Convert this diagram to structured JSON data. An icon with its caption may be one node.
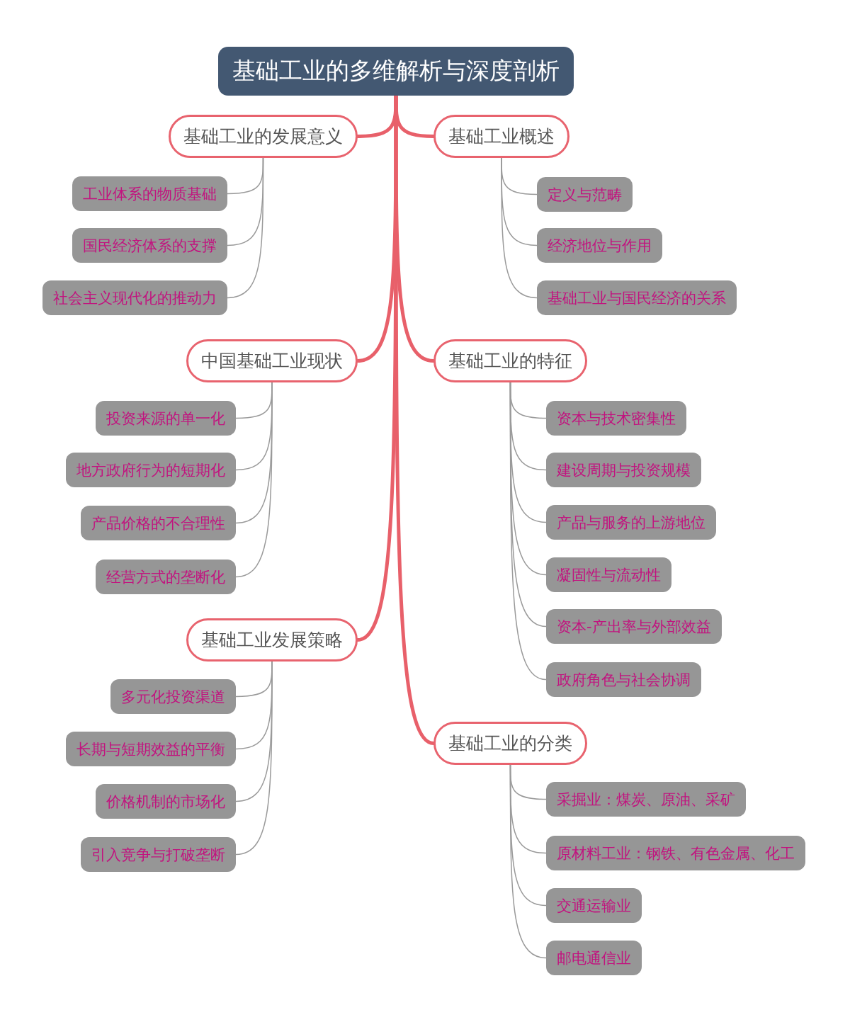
{
  "diagram": {
    "nodes": [
      {
        "text": [
          "基础工业的多维解析与深度剖析"
        ]
      },
      {
        "text": [
          "基础工业的发展意义"
        ]
      },
      {
        "text": [
          "工业体系的物质基础"
        ]
      },
      {
        "text": [
          "国民经济体系的支撑"
        ]
      },
      {
        "text": [
          "社会主义现代化的推动力"
        ]
      },
      {
        "text": [
          "基础工业概述"
        ]
      },
      {
        "text": [
          "定义与范畴"
        ]
      },
      {
        "text": [
          "经济地位与作用"
        ]
      },
      {
        "text": [
          "基础工业与国民经济的关系"
        ]
      },
      {
        "text": [
          "中国基础工业现状"
        ]
      },
      {
        "text": [
          "投资来源的单一化"
        ]
      },
      {
        "text": [
          "地方政府行为的短期化"
        ]
      },
      {
        "text": [
          "产品价格的不合理性"
        ]
      },
      {
        "text": [
          "经营方式的垄断化"
        ]
      },
      {
        "text": [
          "基础工业的特征"
        ]
      },
      {
        "text": [
          "资本与技术密集性"
        ]
      },
      {
        "text": [
          "建设周期与投资规模"
        ]
      },
      {
        "text": [
          "产品与服务的上游地位"
        ]
      },
      {
        "text": [
          "凝固性与流动性"
        ]
      },
      {
        "text": [
          "资本-产出率与外部效益"
        ]
      },
      {
        "text": [
          "政府角色与社会协调"
        ]
      },
      {
        "text": [
          "基础工业发展策略"
        ]
      },
      {
        "text": [
          "多元化投资渠道"
        ]
      },
      {
        "text": [
          "长期与短期效益的平衡"
        ]
      },
      {
        "text": [
          "价格机制的市场化"
        ]
      },
      {
        "text": [
          "引入竞争与打破垄断"
        ]
      },
      {
        "text": [
          "基础工业的分类"
        ]
      },
      {
        "text": [
          "采掘业：煤炭、原油、采矿"
        ]
      },
      {
        "text": [
          "原材料工业：钢铁、有色金属、化工"
        ]
      },
      {
        "text": [
          "交通运输业"
        ]
      },
      {
        "text": [
          "邮电通信业"
        ]
      }
    ],
    "edges": [
      {
        "from": 0,
        "to": 1,
        "arrow": "none",
        "style": "thick",
        "color": "#e8606a"
      },
      {
        "from": 0,
        "to": 5,
        "arrow": "none",
        "style": "thick",
        "color": "#e8606a"
      },
      {
        "from": 0,
        "to": 9,
        "arrow": "none",
        "style": "thick",
        "color": "#e8606a"
      },
      {
        "from": 0,
        "to": 14,
        "arrow": "none",
        "style": "thick",
        "color": "#e8606a"
      },
      {
        "from": 0,
        "to": 21,
        "arrow": "none",
        "style": "thick",
        "color": "#e8606a"
      },
      {
        "from": 0,
        "to": 26,
        "arrow": "none",
        "style": "thick",
        "color": "#e8606a"
      },
      {
        "from": 1,
        "to": 2,
        "arrow": "none"
      },
      {
        "from": 1,
        "to": 3,
        "arrow": "none"
      },
      {
        "from": 1,
        "to": 4,
        "arrow": "none"
      },
      {
        "from": 5,
        "to": 6,
        "arrow": "none"
      },
      {
        "from": 5,
        "to": 7,
        "arrow": "none"
      },
      {
        "from": 5,
        "to": 8,
        "arrow": "none"
      },
      {
        "from": 9,
        "to": 10,
        "arrow": "none"
      },
      {
        "from": 9,
        "to": 11,
        "arrow": "none"
      },
      {
        "from": 9,
        "to": 12,
        "arrow": "none"
      },
      {
        "from": 9,
        "to": 13,
        "arrow": "none"
      },
      {
        "from": 14,
        "to": 15,
        "arrow": "none"
      },
      {
        "from": 14,
        "to": 16,
        "arrow": "none"
      },
      {
        "from": 14,
        "to": 17,
        "arrow": "none"
      },
      {
        "from": 14,
        "to": 18,
        "arrow": "none"
      },
      {
        "from": 14,
        "to": 19,
        "arrow": "none"
      },
      {
        "from": 14,
        "to": 20,
        "arrow": "none"
      },
      {
        "from": 21,
        "to": 22,
        "arrow": "none"
      },
      {
        "from": 21,
        "to": 23,
        "arrow": "none"
      },
      {
        "from": 21,
        "to": 24,
        "arrow": "none"
      },
      {
        "from": 21,
        "to": 25,
        "arrow": "none"
      },
      {
        "from": 26,
        "to": 27,
        "arrow": "none"
      },
      {
        "from": 26,
        "to": 28,
        "arrow": "none"
      },
      {
        "from": 26,
        "to": 29,
        "arrow": "none"
      },
      {
        "from": 26,
        "to": 30,
        "arrow": "none"
      }
    ]
  }
}
